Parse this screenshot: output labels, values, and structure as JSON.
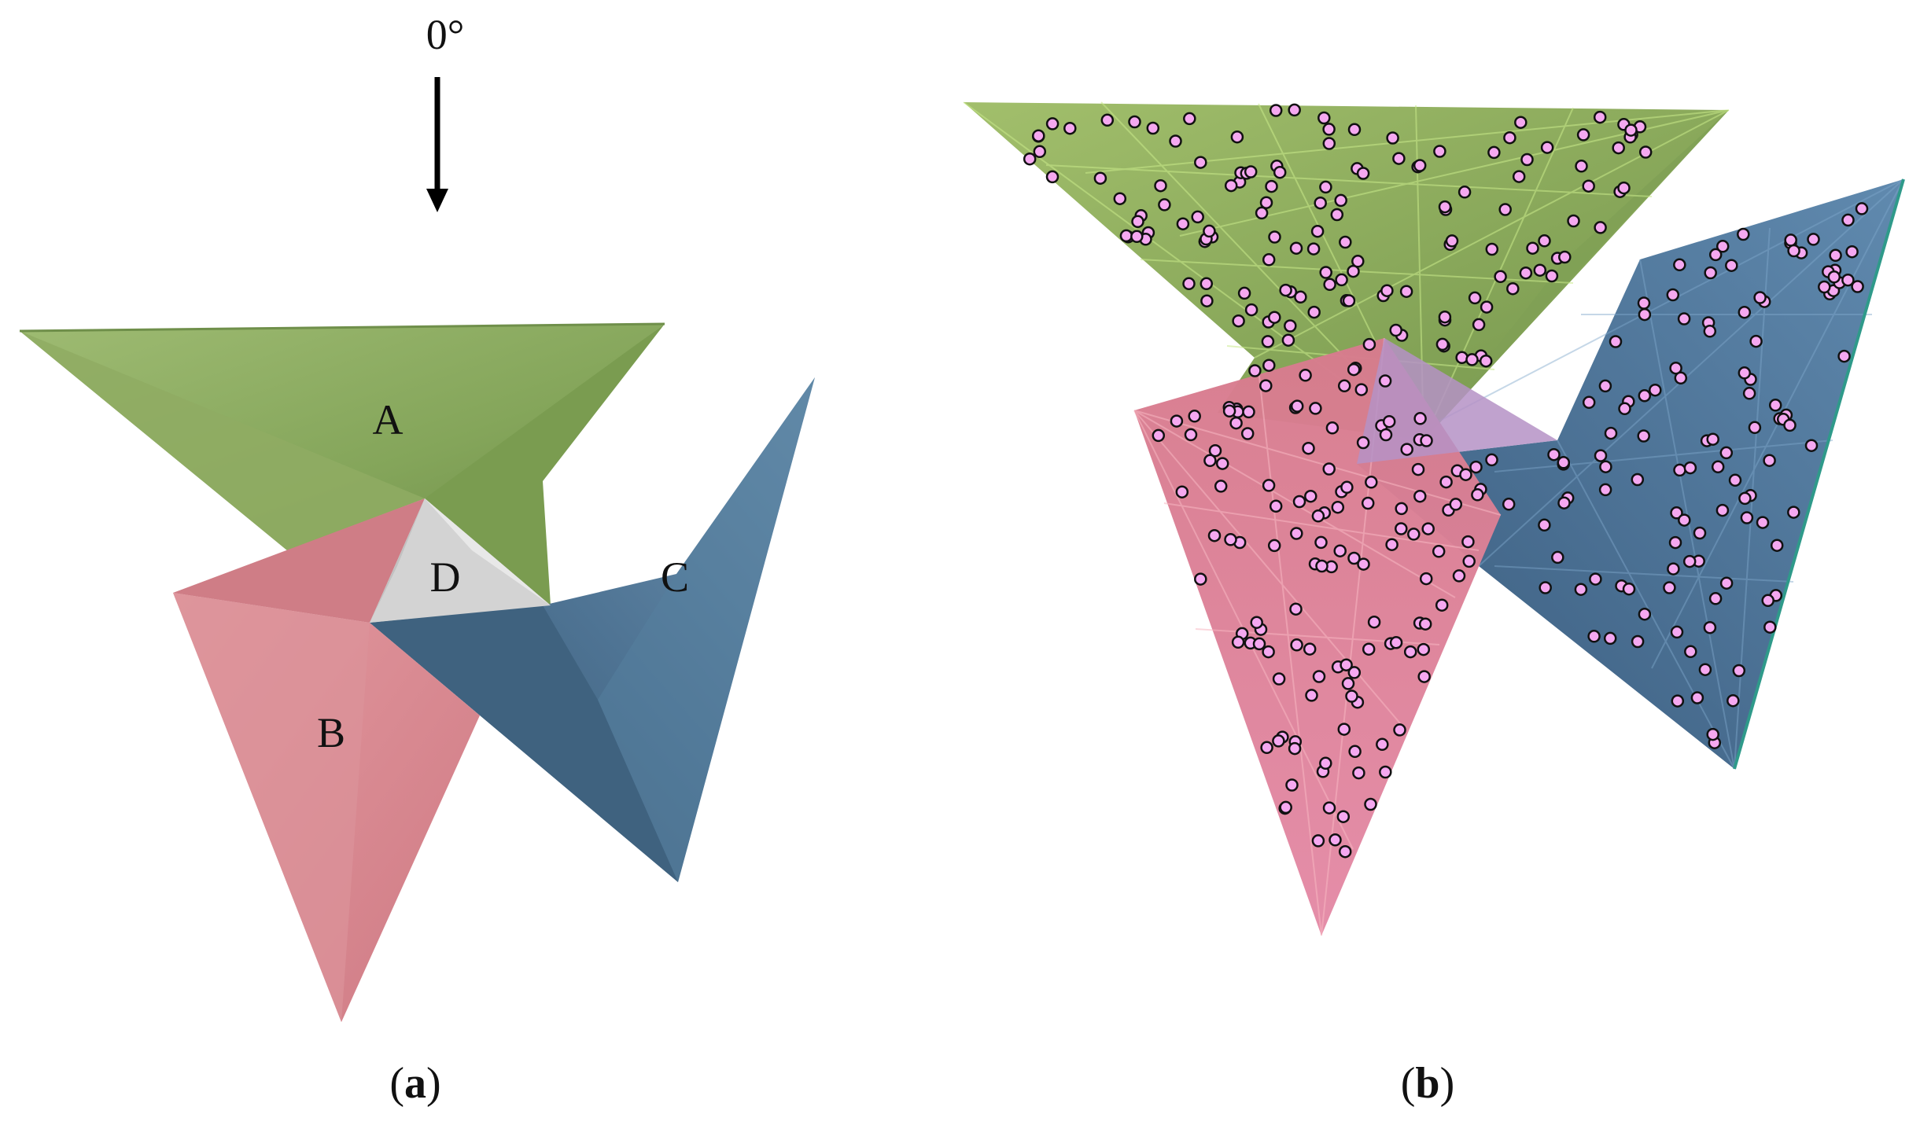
{
  "panel_a": {
    "angle_label": "0°",
    "part_labels": {
      "a": "A",
      "b": "B",
      "c": "C",
      "d": "D"
    },
    "caption": {
      "open": "(",
      "letter": "a",
      "close": ")"
    }
  },
  "panel_b": {
    "caption": {
      "open": "(",
      "letter": "b",
      "close": ")"
    }
  },
  "colors": {
    "green": "#8aa860",
    "green_dark": "#6f8f48",
    "pink": "#d8848c",
    "pink_dark": "#c66f79",
    "blue": "#4f7596",
    "blue_dark": "#3a5c7a",
    "gray": "#d7d7d7",
    "marker_fill": "#f5a8f0",
    "marker_stroke": "#111111"
  }
}
